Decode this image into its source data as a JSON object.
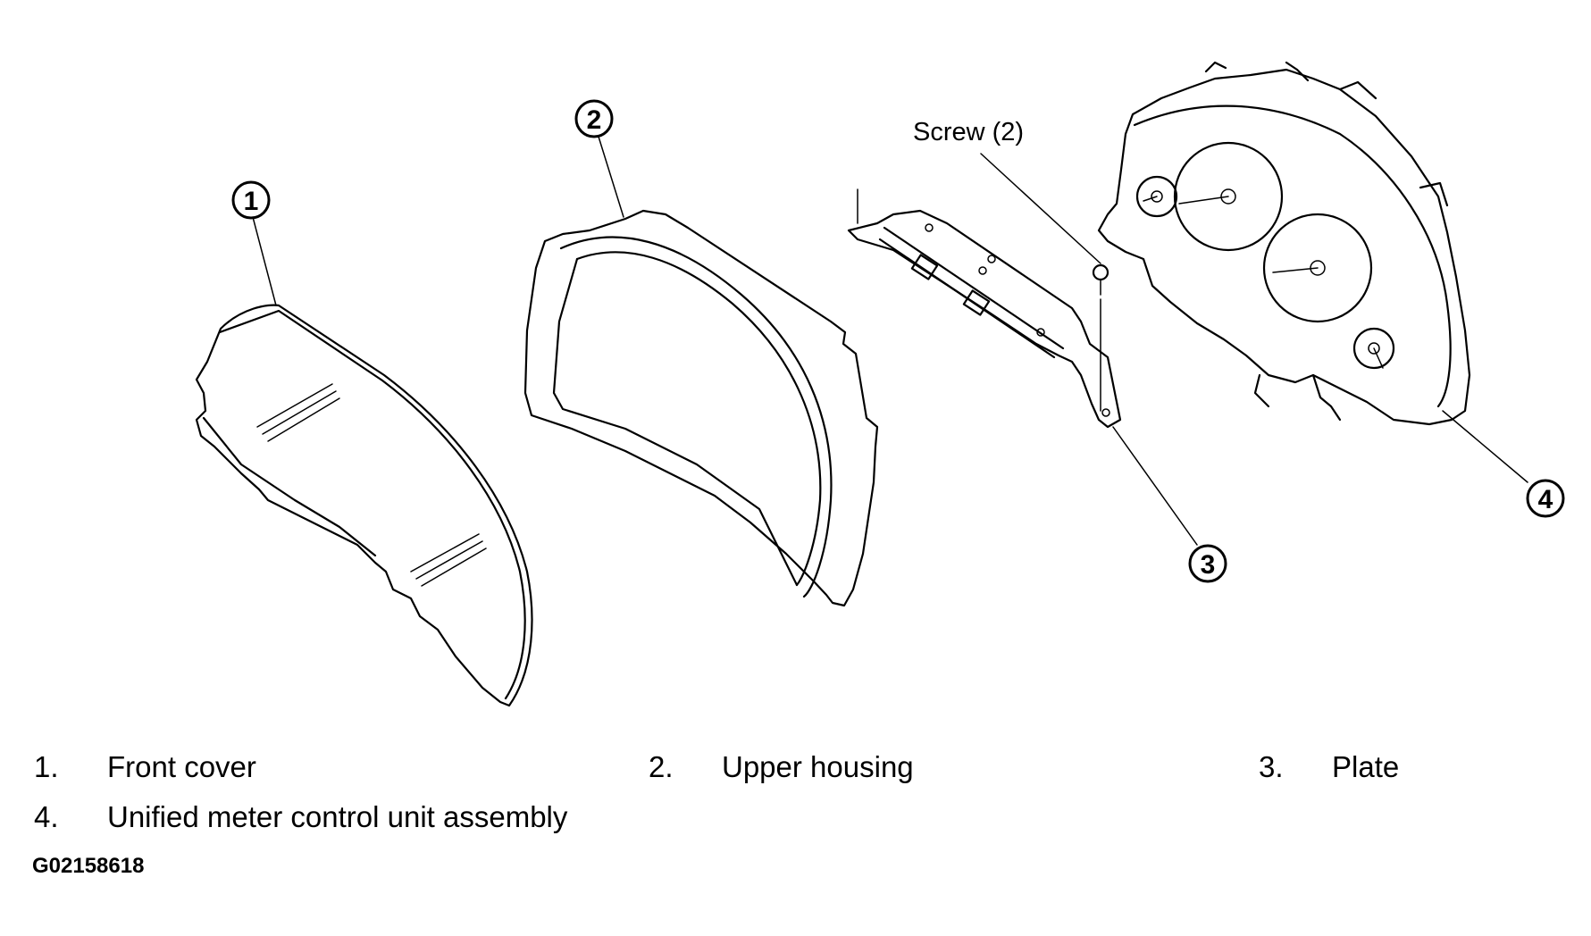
{
  "diagram": {
    "callouts": [
      "1",
      "2",
      "3",
      "4"
    ],
    "screw_label": "Screw (2)"
  },
  "legend": [
    {
      "num": "1.",
      "label": "Front cover"
    },
    {
      "num": "2.",
      "label": "Upper housing"
    },
    {
      "num": "3.",
      "label": "Plate"
    },
    {
      "num": "4.",
      "label": "Unified meter control unit assembly"
    }
  ],
  "figure_code": "G02158618"
}
